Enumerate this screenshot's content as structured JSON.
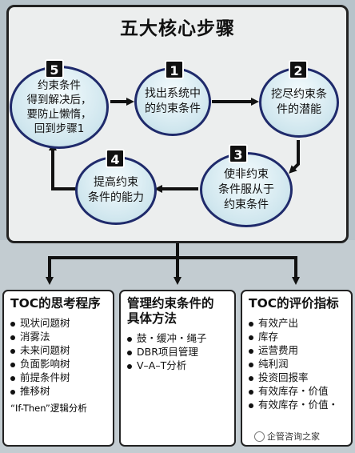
{
  "title": "五大核心步骤",
  "steps": [
    {
      "num": "1",
      "text": "找出系统中\n的约束条件"
    },
    {
      "num": "2",
      "text": "挖尽约束条\n件的潜能"
    },
    {
      "num": "3",
      "text": "使非约束\n条件服从于\n约束条件"
    },
    {
      "num": "4",
      "text": "提高约束\n条件的能力"
    },
    {
      "num": "5",
      "text": "约束条件\n得到解决后，\n要防止懒惰，\n回到步骤1"
    }
  ],
  "boxes": [
    {
      "title": "TOC的思考程序",
      "items": [
        "现状问题树",
        "消雾法",
        "未来问题树",
        "负面影响树",
        "前提条件树",
        "推移树"
      ],
      "note": "“If-Then”逻辑分析"
    },
    {
      "title": "管理约束条件的\n具体方法",
      "items": [
        "鼓・缓冲・绳子",
        "DBR项目管理",
        "V–A–T分析"
      ]
    },
    {
      "title": "TOC的评价指标",
      "items": [
        "有效产出",
        "库存",
        "运营费用",
        "纯利润",
        "投资回报率",
        "有效库存・价值",
        "有效库存・价值・"
      ]
    }
  ],
  "watermark": "企管咨询之家",
  "colors": {
    "circle_border": "#1f2a6b",
    "arrow": "#111111",
    "panel": "#eceeee"
  }
}
